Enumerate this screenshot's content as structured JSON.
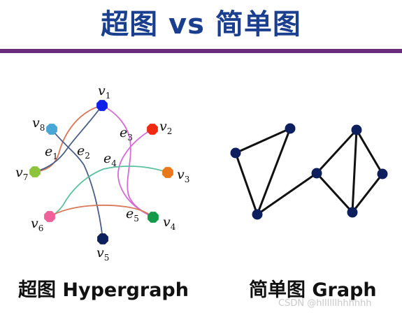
{
  "title": "超图 vs 简单图",
  "hypergraph": {
    "caption": "超图 Hypergraph",
    "vertices": [
      {
        "id": "v1",
        "letter": "v",
        "sub": "1",
        "color": "#1020e8"
      },
      {
        "id": "v2",
        "letter": "v",
        "sub": "2",
        "color": "#f02a10"
      },
      {
        "id": "v3",
        "letter": "v",
        "sub": "3",
        "color": "#e8781a"
      },
      {
        "id": "v4",
        "letter": "v",
        "sub": "4",
        "color": "#13994a"
      },
      {
        "id": "v5",
        "letter": "v",
        "sub": "5",
        "color": "#0d1f5c"
      },
      {
        "id": "v6",
        "letter": "v",
        "sub": "6",
        "color": "#f0609a"
      },
      {
        "id": "v7",
        "letter": "v",
        "sub": "7",
        "color": "#8cc43c"
      },
      {
        "id": "v8",
        "letter": "v",
        "sub": "8",
        "color": "#4aa6d6"
      }
    ],
    "edges": [
      {
        "id": "e1",
        "letter": "e",
        "sub": "1",
        "color": "#d9785a",
        "members": [
          "v1",
          "v7"
        ]
      },
      {
        "id": "e2",
        "letter": "e",
        "sub": "2",
        "color": "#4a5f86",
        "members": [
          "v8",
          "v7",
          "v5"
        ]
      },
      {
        "id": "e3",
        "letter": "e",
        "sub": "3",
        "color": "#d66bd6",
        "members": [
          "v1",
          "v2",
          "v4"
        ]
      },
      {
        "id": "e4",
        "letter": "e",
        "sub": "4",
        "color": "#5cc0a0",
        "members": [
          "v3",
          "v6"
        ]
      },
      {
        "id": "e5",
        "letter": "e",
        "sub": "5",
        "color": "#d9785a",
        "members": [
          "v6",
          "v4"
        ]
      }
    ]
  },
  "simple_graph": {
    "caption": "简单图 Graph",
    "node_color": "#0d1f5c",
    "edge_color": "#111111",
    "nodes": [
      "a",
      "b",
      "c",
      "d",
      "e",
      "f",
      "g"
    ],
    "edges": [
      [
        "a",
        "b"
      ],
      [
        "a",
        "c"
      ],
      [
        "b",
        "c"
      ],
      [
        "c",
        "d"
      ],
      [
        "d",
        "e"
      ],
      [
        "d",
        "f"
      ],
      [
        "e",
        "f"
      ],
      [
        "e",
        "g"
      ],
      [
        "f",
        "g"
      ]
    ]
  },
  "theme": {
    "title_color": "#1a3f8f",
    "rule_color": "#6a2c7a"
  },
  "watermark": "CSDN @hllllllhhhhhh"
}
